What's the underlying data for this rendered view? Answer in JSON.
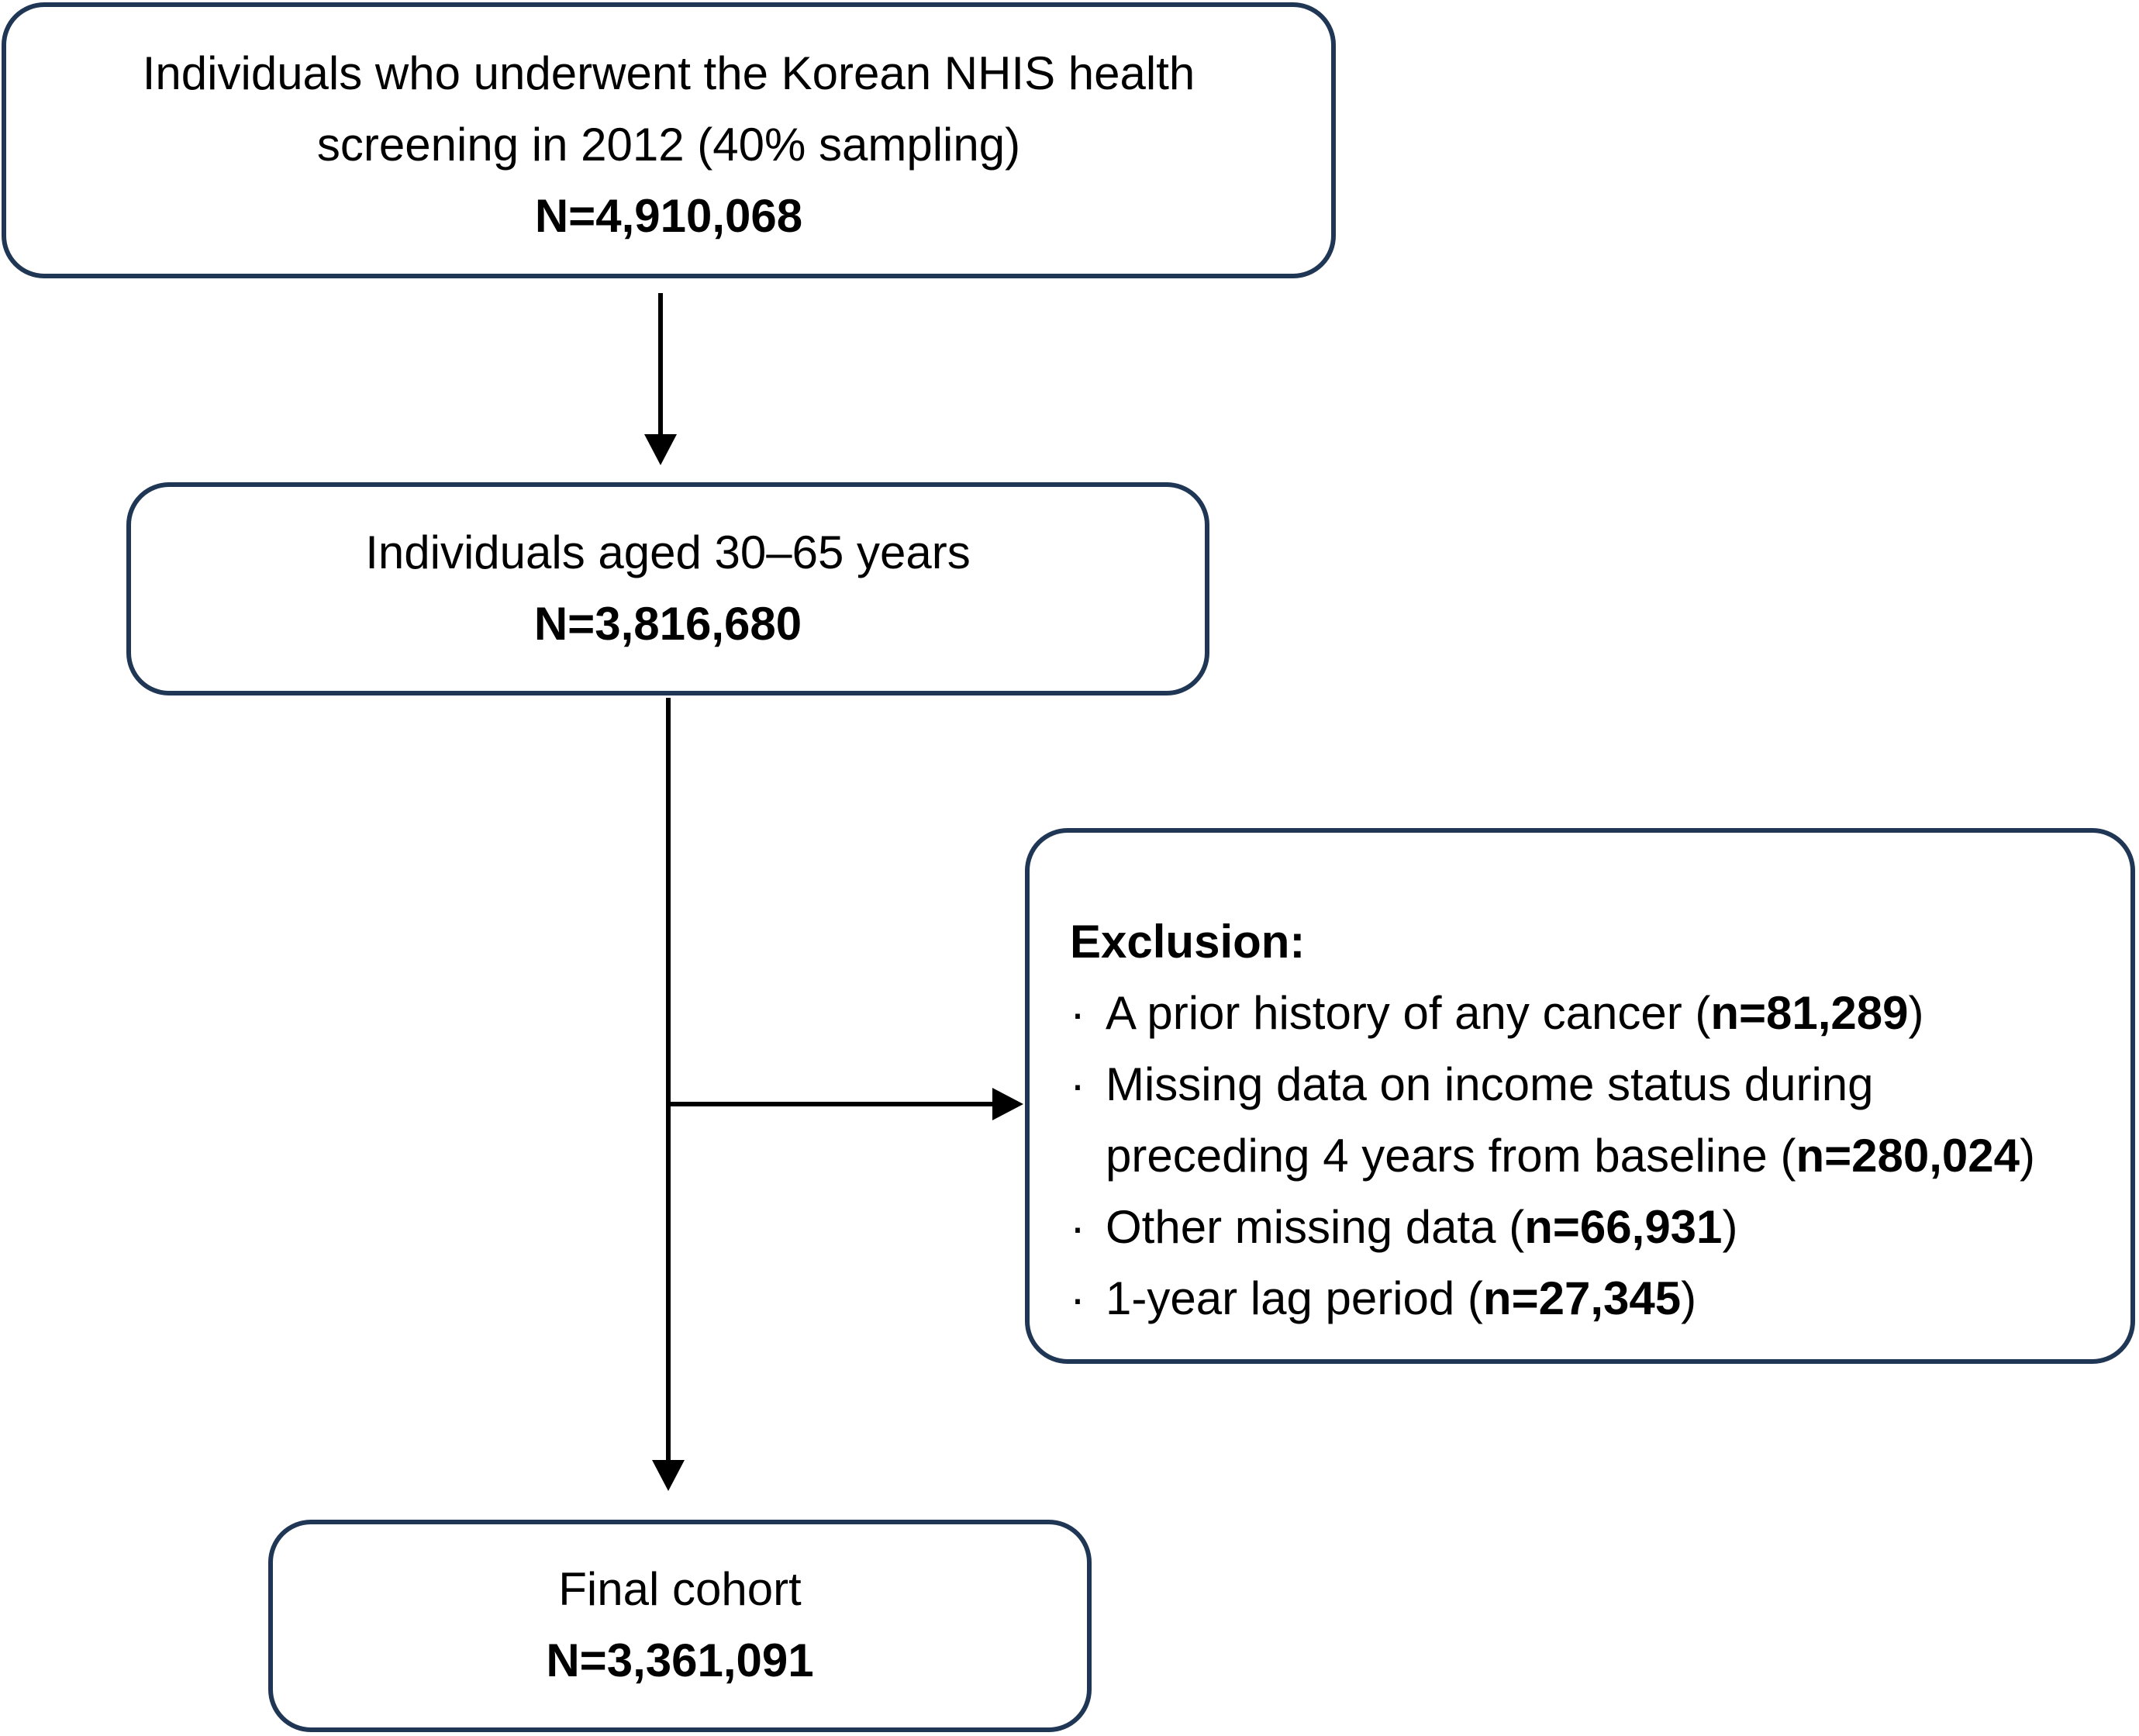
{
  "figure": {
    "type": "study-cohort-flow-diagram",
    "colors": {
      "box_border": "#1f3655",
      "arrow": "#000000",
      "text": "#000000",
      "background": "#ffffff"
    },
    "boxes": {
      "screening": {
        "line1": "Individuals who underwent the Korean NHIS health",
        "line2": "screening in 2012 (40% sampling)",
        "n": "N=4,910,068"
      },
      "aged": {
        "line1": "Individuals aged 30–65 years",
        "n": "N=3,816,680"
      },
      "exclusion": {
        "title": "Exclusion:",
        "items": [
          {
            "bullet": "·",
            "pre": "A prior history of any cancer (",
            "bold": "n=81,289",
            "post": ")"
          },
          {
            "bullet": "·",
            "pre": "Missing data on income status during",
            "bold": "",
            "post": ""
          },
          {
            "bullet": "",
            "pre": "preceding 4 years from baseline (",
            "bold": "n=280,024",
            "post": ")"
          },
          {
            "bullet": "·",
            "pre": "Other missing data (",
            "bold": "n=66,931",
            "post": ")"
          },
          {
            "bullet": "·",
            "pre": "1-year lag period (",
            "bold": "n=27,345",
            "post": ")"
          }
        ]
      },
      "final": {
        "line1": "Final cohort",
        "n": "N=3,361,091"
      }
    }
  }
}
